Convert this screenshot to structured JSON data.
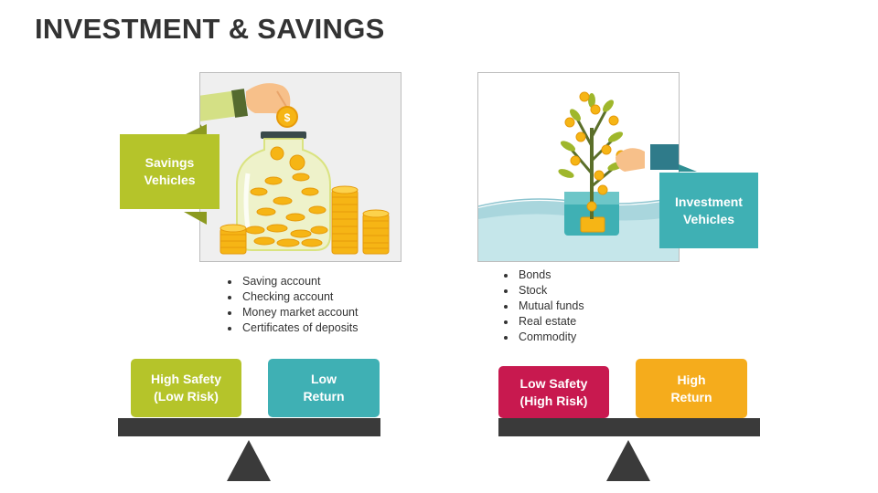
{
  "title": "INVESTMENT & SAVINGS",
  "colors": {
    "green": "#b5c42a",
    "teal": "#3fb0b4",
    "crimson": "#c8194f",
    "amber": "#f5ac1c",
    "dark": "#3a3a3a",
    "coin": "#f6b515"
  },
  "left": {
    "tag_label": "Savings\nVehicles",
    "illustration": "jar-of-coins-icon",
    "items": [
      "Saving account",
      "Checking account",
      "Money market account",
      "Certificates of deposits"
    ],
    "box_left": "High Safety\n(Low Risk)",
    "box_right": "Low\nReturn"
  },
  "right": {
    "tag_label": "Investment\nVehicles",
    "illustration": "money-tree-icon",
    "items": [
      "Bonds",
      "Stock",
      "Mutual funds",
      "Real estate",
      "Commodity"
    ],
    "box_left": "Low Safety\n(High Risk)",
    "box_right": "High\nReturn"
  }
}
